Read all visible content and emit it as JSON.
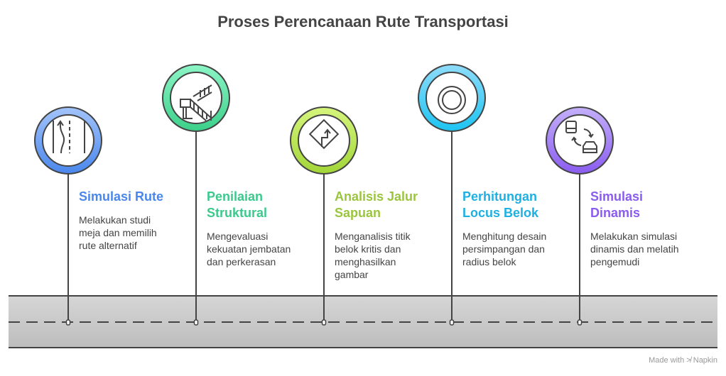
{
  "title": "Proses Perencanaan Rute Transportasi",
  "steps": [
    {
      "heading": "Simulasi Rute",
      "desc": "Melakukan studi meja dan memilih rute alternatif",
      "color": "#4a87ec",
      "icon": "road-lanes-icon"
    },
    {
      "heading": "Penilaian Struktural",
      "desc": "Mengevaluasi kekuatan jembatan dan perkerasan",
      "color": "#3cc98c",
      "icon": "bridge-icon"
    },
    {
      "heading": "Analisis Jalur Sapuan",
      "desc": "Menganalisis titik belok kritis dan menghasilkan gambar",
      "color": "#9bc53d",
      "icon": "turn-sign-icon"
    },
    {
      "heading": "Perhitungan Locus Belok",
      "desc": "Menghitung desain persimpangan dan radius belok",
      "color": "#1fb0e2",
      "icon": "concentric-circles-icon"
    },
    {
      "heading": "Simulasi Dinamis",
      "desc": "Melakukan simulasi dinamis dan melatih pengemudi",
      "color": "#8a5cf0",
      "icon": "vehicle-swap-icon"
    }
  ],
  "footer": "Made with ≯ Napkin"
}
